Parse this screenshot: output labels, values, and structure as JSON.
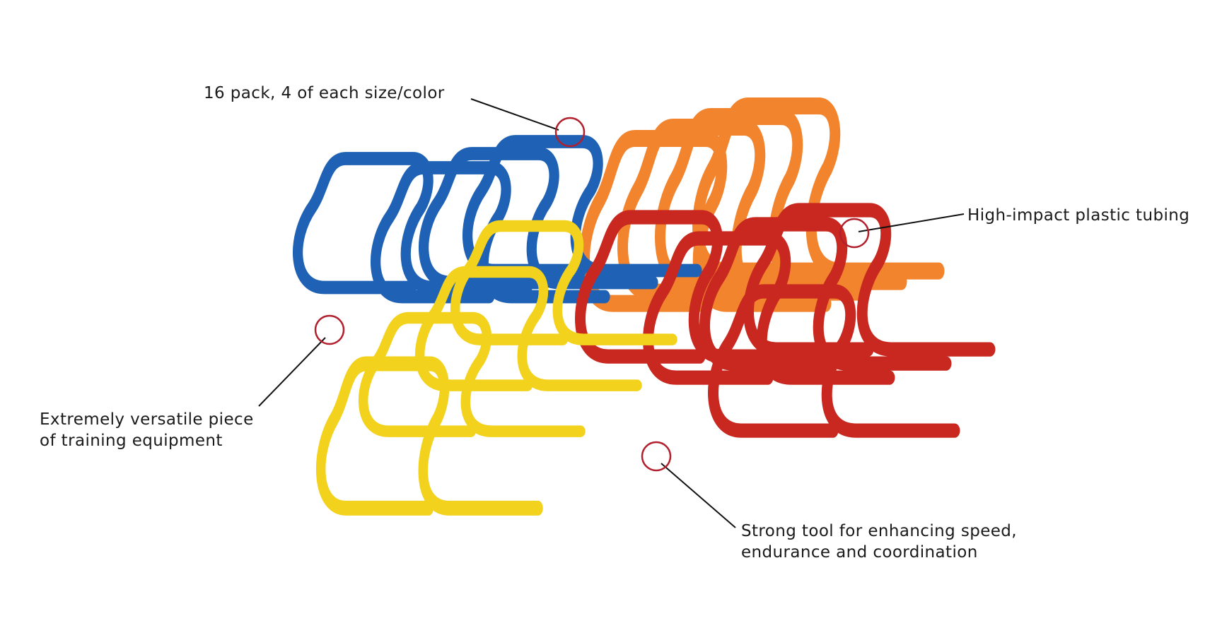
{
  "callouts": {
    "pack": "16 pack, 4 of each size/color",
    "tubing": "High-impact plastic tubing",
    "versatile_line1": "Extremely versatile piece",
    "versatile_line2": "of training equipment",
    "tool_line1": "Strong tool for enhancing speed,",
    "tool_line2": "endurance and coordination"
  },
  "colors": {
    "blue": "#1f62b5",
    "orange": "#f2842e",
    "red": "#c8281f",
    "yellow": "#f2d21c",
    "marker": "#b21f2d",
    "leader_line": "#111111"
  },
  "icons": {
    "marker": "circle-marker-icon"
  }
}
